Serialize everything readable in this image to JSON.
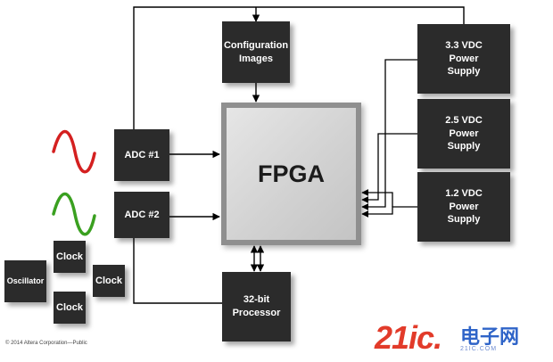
{
  "blocks": {
    "config": "Configuration\nImages",
    "fpga": "FPGA",
    "adc1": "ADC #1",
    "adc2": "ADC #2",
    "processor": "32-bit\nProcessor",
    "psu33": "3.3 VDC\nPower\nSupply",
    "psu25": "2.5 VDC\nPower\nSupply",
    "psu12": "1.2 VDC\nPower\nSupply",
    "oscillator": "Oscillator",
    "clock1": "Clock",
    "clock2": "Clock",
    "clock3": "Clock"
  },
  "colors": {
    "block": "#2b2b2b",
    "line": "#000000",
    "signal1": "#d42020",
    "signal2": "#3aa020"
  },
  "footer": "© 2014 Altera Corporation—Public",
  "watermark": {
    "brand": "21ic.",
    "cn": "电子网",
    "sub": "21IC.COM"
  }
}
